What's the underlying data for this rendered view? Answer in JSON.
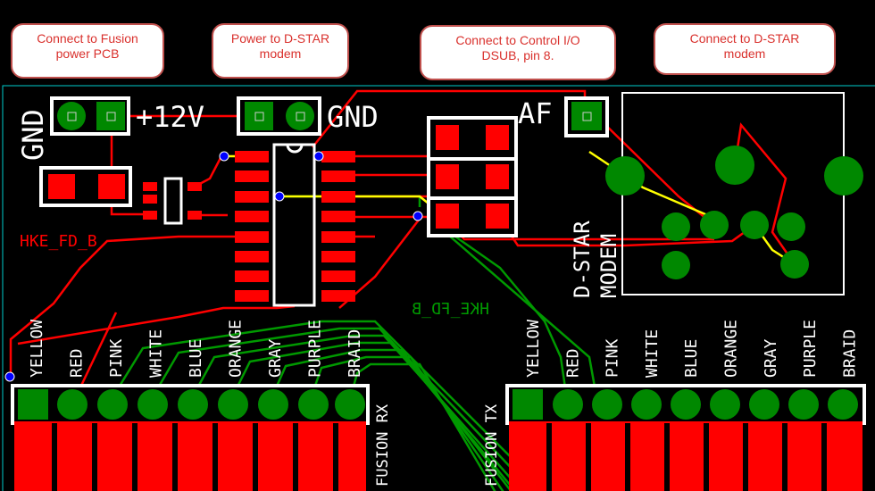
{
  "callouts": [
    {
      "text": "Connect to Fusion\npower PCB"
    },
    {
      "text": "Power to D-STAR\nmodem"
    },
    {
      "text": "Connect to Control I/O\nDSUB, pin 8."
    },
    {
      "text": "Connect to D-STAR\nmodem"
    }
  ],
  "silk": {
    "gnd_left": "GND",
    "plus12v": "+12V",
    "gnd_right": "GND",
    "af": "AF",
    "modem_label_1": "D-STAR",
    "modem_label_2": "MODEM",
    "part_label": "HKE_FD_B",
    "part_label_bottom": "HKE_FD_B",
    "rx_label": "FUSION RX",
    "tx_label": "FUSION TX"
  },
  "rx_wires": [
    "YELLOW",
    "RED",
    "PINK",
    "WHITE",
    "BLUE",
    "ORANGE",
    "GRAY",
    "PURPLE",
    "BRAID"
  ],
  "tx_wires": [
    "YELLOW",
    "RED",
    "PINK",
    "WHITE",
    "BLUE",
    "ORANGE",
    "GRAY",
    "PURPLE",
    "BRAID"
  ],
  "colors": {
    "background": "#000000",
    "copper_top": "#ff0000",
    "copper_bottom": "#009900",
    "pad_green": "#008800",
    "silkscreen": "#ffffff",
    "selected": "#ffff00",
    "via": "#0000ff",
    "outline": "#00cccc",
    "callout_border": "#c0504d",
    "callout_text": "#d9302c"
  }
}
